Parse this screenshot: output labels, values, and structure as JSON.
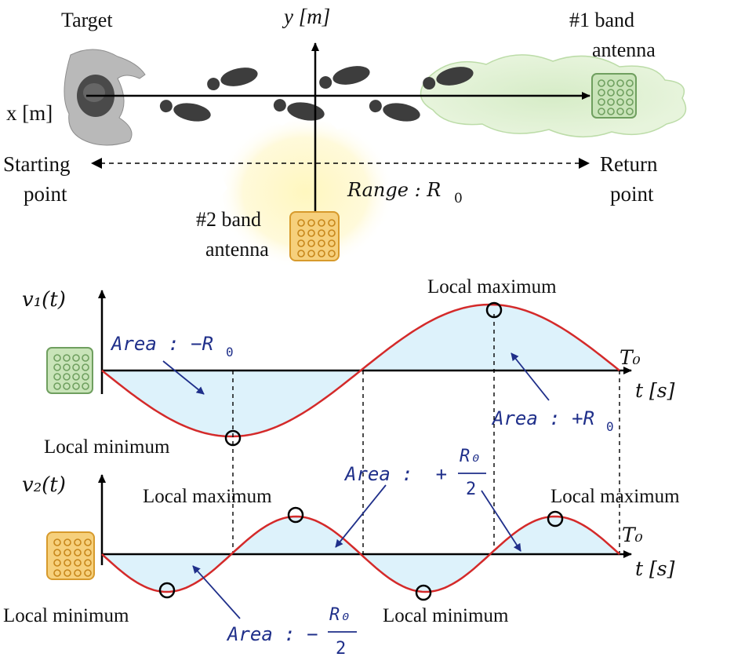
{
  "labels": {
    "target": "Target",
    "y_axis": "y [m]",
    "x_axis": "x [m]",
    "band1_line1": "#1 band",
    "band1_line2": "antenna",
    "band2_line1": "#2 band",
    "band2_line2": "antenna",
    "start_line1": "Starting",
    "start_line2": "point",
    "return_line1": "Return",
    "return_line2": "point",
    "range": "Range : R",
    "range_sub": "0"
  },
  "plot1": {
    "ylabel": "v₁(t)",
    "xlabel": "t [s]",
    "period": "T₀",
    "area_neg": "Area : −R",
    "area_neg_sub": "0",
    "area_pos": "Area : +R",
    "area_pos_sub": "0",
    "local_min": "Local minimum",
    "local_max": "Local maximum"
  },
  "plot2": {
    "ylabel": "v₂(t)",
    "xlabel": "t [s]",
    "period": "T₀",
    "area_pos_prefix": "Area :  +",
    "area_neg_prefix": "Area : −",
    "frac_num": "R₀",
    "frac_den": "2",
    "local_max_left": "Local maximum",
    "local_max_right": "Local maximum",
    "local_min_left": "Local minimum",
    "local_min_right": "Local minimum"
  },
  "colors": {
    "curve": "#d42a2a",
    "area_fill": "#ddf2fb",
    "annotation": "#1f2f8a",
    "band1_antenna": "#9cc88a",
    "band2_antenna": "#f2c66a"
  }
}
